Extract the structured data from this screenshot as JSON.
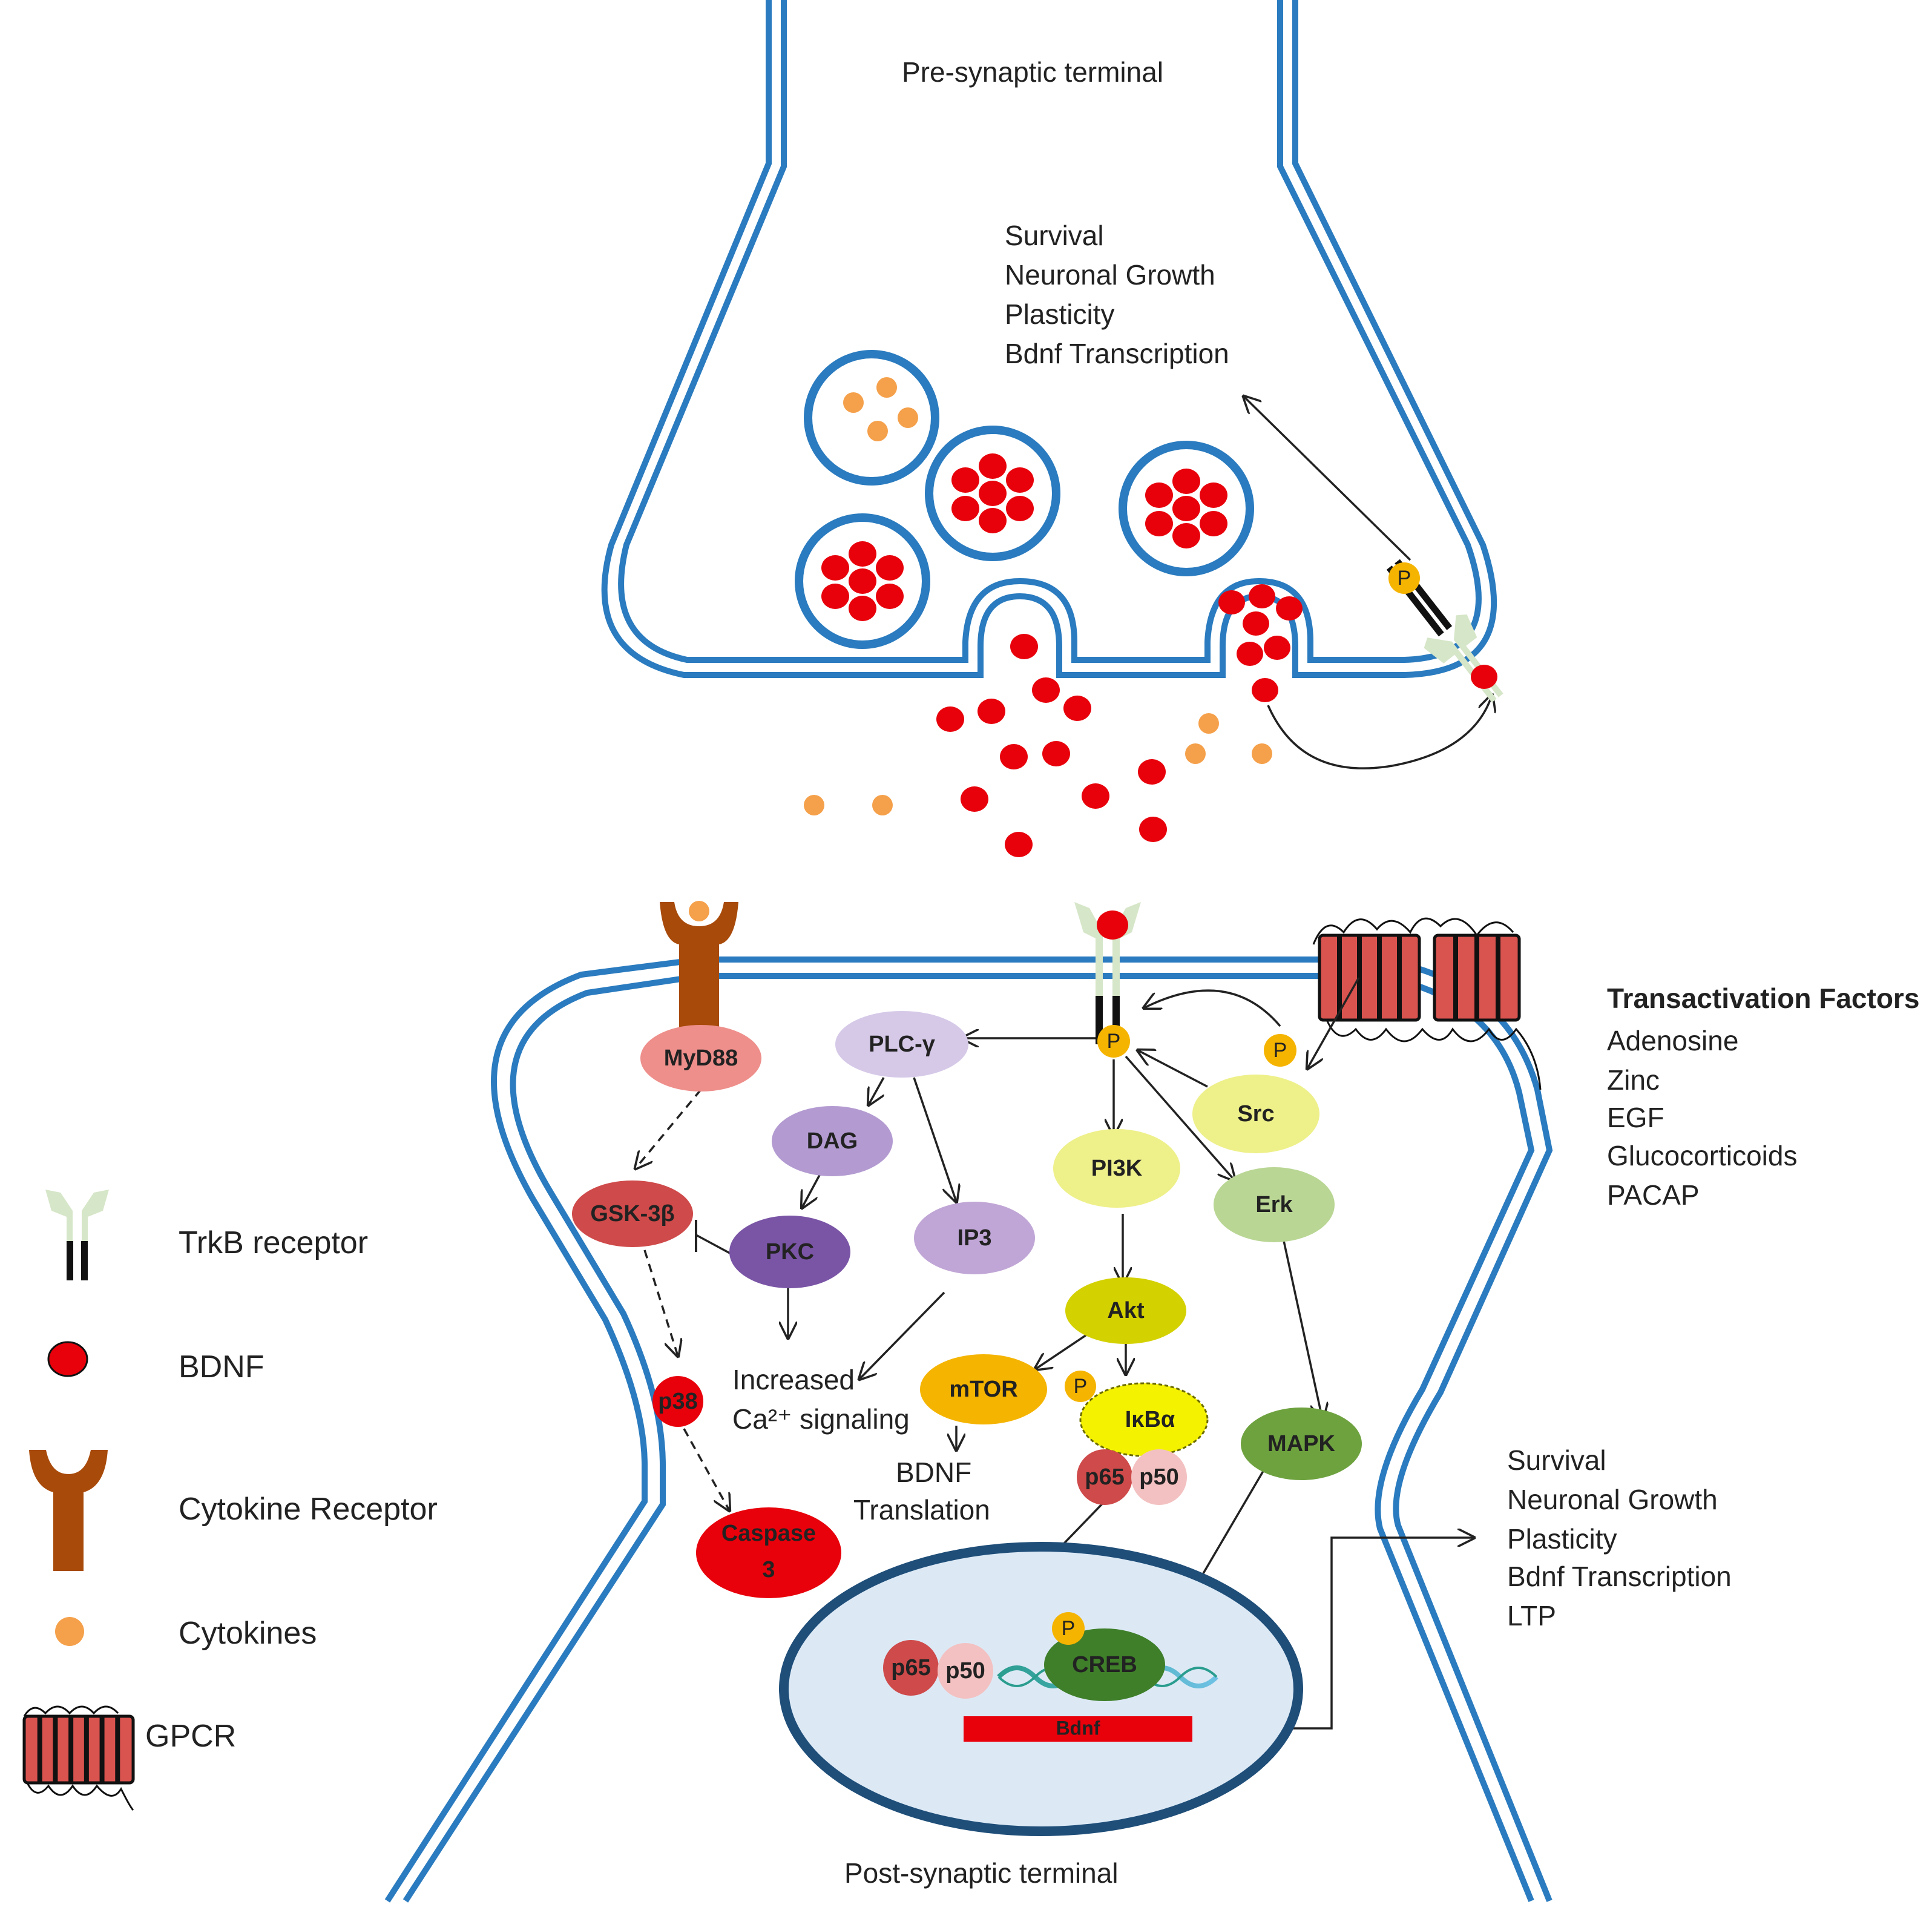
{
  "labels": {
    "pre_terminal": "Pre-synaptic terminal",
    "post_terminal": "Post-synaptic terminal",
    "pre_outcomes": [
      "Survival",
      "Neuronal Growth",
      "Plasticity",
      "Bdnf Transcription"
    ],
    "post_outcomes": [
      "Survival",
      "Neuronal Growth",
      "Plasticity",
      "Bdnf Transcription",
      "LTP"
    ],
    "transactivation_title": "Transactivation  Factors",
    "transactivation_items": [
      "Adenosine",
      "Zinc",
      "EGF",
      "Glucocorticoids",
      "PACAP"
    ],
    "calcium_line1": "Increased",
    "calcium_line2": "Ca²⁺ signaling",
    "translation_line1": "BDNF",
    "translation_line2": "Translation"
  },
  "nodes": {
    "myd88": "MyD88",
    "plcg": "PLC-γ",
    "dag": "DAG",
    "gsk3b": "GSK-3β",
    "pkc": "PKC",
    "ip3": "IP3",
    "p38": "p38",
    "caspase_line1": "Caspase",
    "caspase_line2": "3",
    "pi3k": "PI3K",
    "akt": "Akt",
    "mtor": "mTOR",
    "ikba": "IκBα",
    "p65": "p65",
    "p50": "p50",
    "src": "Src",
    "erk": "Erk",
    "mapk": "MAPK",
    "creb": "CREB",
    "bdnf_gene": "Bdnf",
    "phospho": "P"
  },
  "legend": [
    {
      "label": "TrkB receptor",
      "icon": "trkb-receptor-icon"
    },
    {
      "label": "BDNF",
      "icon": "bdnf-icon"
    },
    {
      "label": "Cytokine Receptor",
      "icon": "cytokine-receptor-icon"
    },
    {
      "label": "Cytokines",
      "icon": "cytokine-icon"
    },
    {
      "label": "GPCR",
      "icon": "gpcr-icon"
    }
  ],
  "colors": {
    "membrane": "#2a7bbf",
    "bdnf": "#e8000b",
    "cytokine": "#f5a04a",
    "trkb": "#d6e6c8",
    "cytokine_receptor": "#a84a0a",
    "gpcr": "#d9534f",
    "phospho": "#f5b400"
  }
}
